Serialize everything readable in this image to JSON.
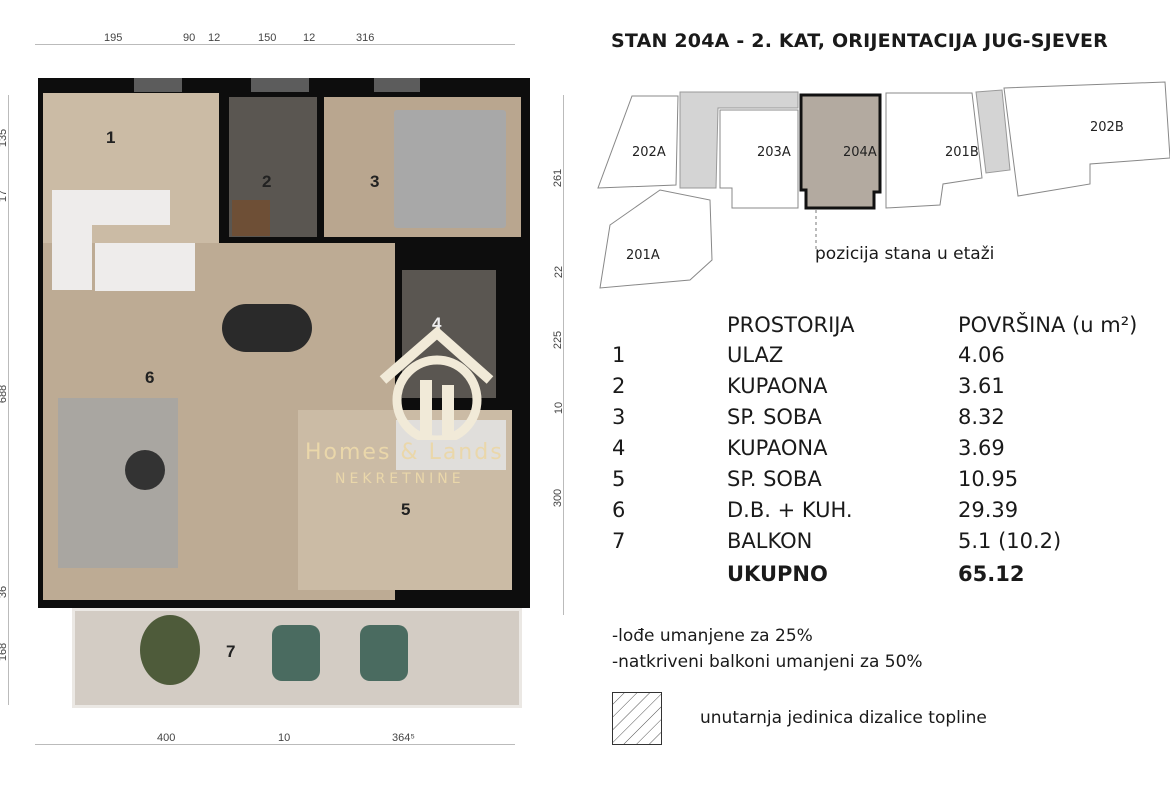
{
  "title": "STAN 204A - 2. KAT, ORIJENTACIJA JUG-SJEVER",
  "dimensions": {
    "top": [
      "195",
      "90",
      "12",
      "150",
      "12",
      "316"
    ],
    "left": [
      "135",
      "17",
      "688",
      "36",
      "168"
    ],
    "right": [
      "261",
      "22",
      "225",
      "10",
      "300"
    ],
    "bottom": [
      "400",
      "10",
      "364⁵"
    ]
  },
  "plan_room_numbers": [
    "1",
    "2",
    "3",
    "4",
    "5",
    "6",
    "7"
  ],
  "key_plan": {
    "units": [
      "202A",
      "203A",
      "204A",
      "201B",
      "202B",
      "201A"
    ],
    "caption": "pozicija stana u etaži",
    "highlight_color": "#b3aaa0"
  },
  "table": {
    "headers": [
      "PROSTORIJA",
      "POVRŠINA (u m²)"
    ],
    "rows": [
      {
        "no": "1",
        "name": "ULAZ",
        "area": "4.06"
      },
      {
        "no": "2",
        "name": "KUPAONA",
        "area": "3.61"
      },
      {
        "no": "3",
        "name": "SP. SOBA",
        "area": "8.32"
      },
      {
        "no": "4",
        "name": "KUPAONA",
        "area": "3.69"
      },
      {
        "no": "5",
        "name": "SP. SOBA",
        "area": "10.95"
      },
      {
        "no": "6",
        "name": "D.B. + KUH.",
        "area": "29.39"
      },
      {
        "no": "7",
        "name": "BALKON",
        "area": "5.1  (10.2)"
      }
    ],
    "total": {
      "name": "UKUPNO",
      "area": "65.12"
    }
  },
  "notes": [
    "-lođe umanjene za 25%",
    "-natkriveni balkoni umanjeni za 50%"
  ],
  "legend": {
    "label": "unutarnja jedinica dizalice topline"
  },
  "watermark": {
    "brand": "Homes & Lands",
    "sub": "NEKRETNINE"
  }
}
